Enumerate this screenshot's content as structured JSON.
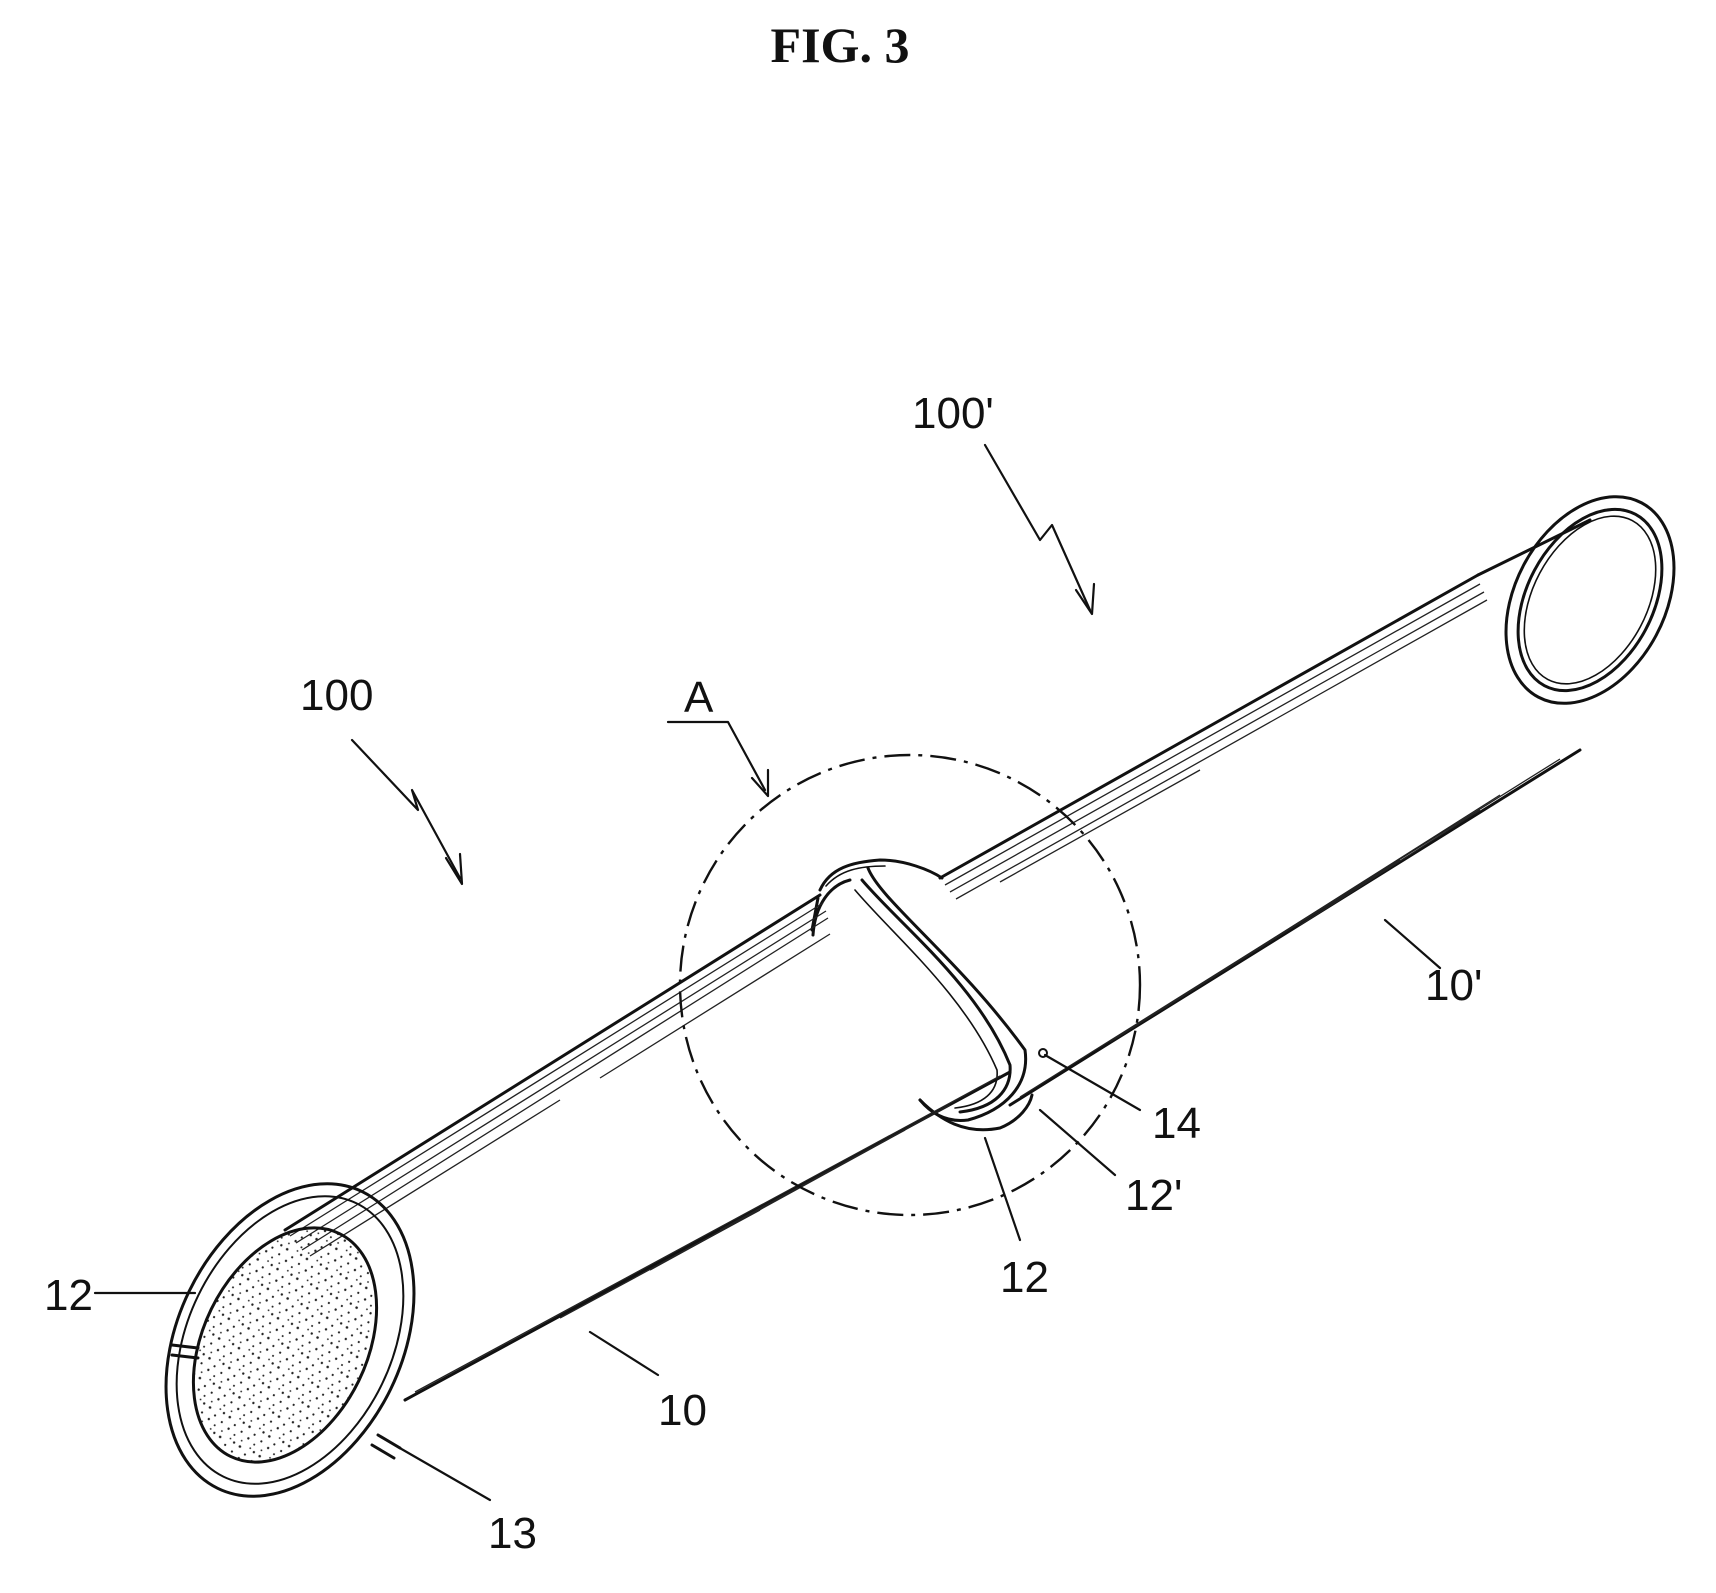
{
  "figure": {
    "title": "FIG. 3",
    "labels": {
      "assembly_100": "100",
      "assembly_100_prime": "100'",
      "detail_a": "A",
      "flange_12_left": "12",
      "tube_10": "10",
      "slot_13": "13",
      "flange_12_center": "12",
      "flange_12_prime": "12'",
      "part_14": "14",
      "tube_10_prime": "10'"
    }
  }
}
